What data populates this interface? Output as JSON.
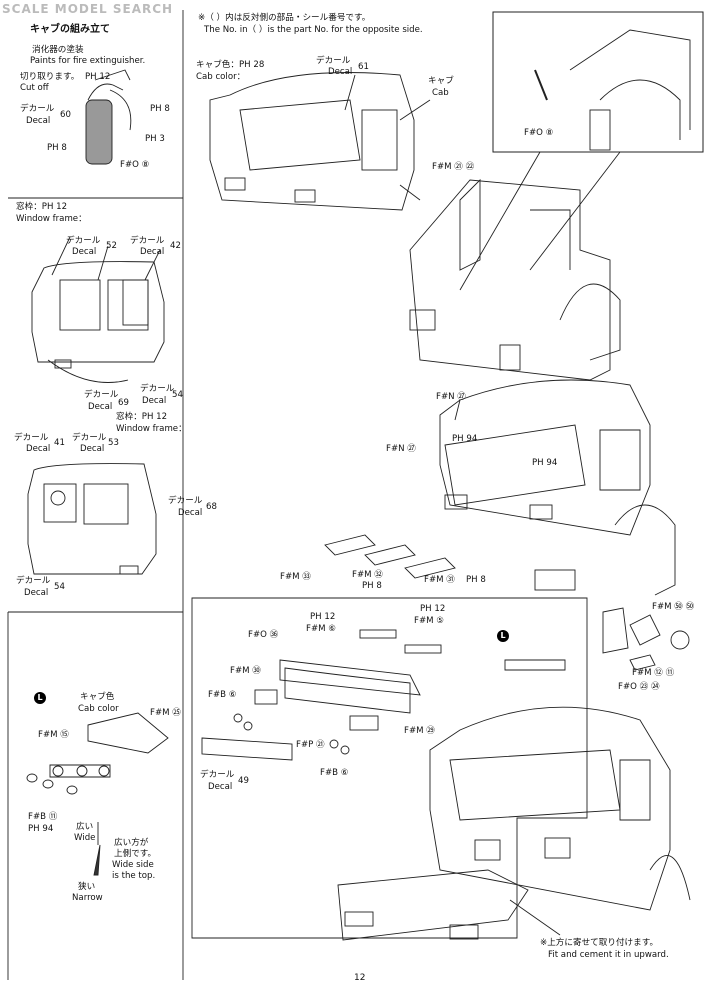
{
  "watermark": "SCALE MODEL SEARCH",
  "page_number": "12",
  "header_note": {
    "jp": "※（ ）内は反対側の部品・シール番号です。",
    "en": "The No. in（ ）is the part No. for the opposite side."
  },
  "section_title": "キャブの組み立て",
  "fire_ext": {
    "title_jp": "消化器の塗装",
    "title_en": "Paints for fire extinguisher.",
    "cut_jp": "切り取ります。",
    "cut_en": "Cut off",
    "decal_jp": "デカール",
    "decal_en": "Decal",
    "decal_no": "60",
    "ph12": "PH 12",
    "ph8a": "PH 8",
    "ph8b": "PH 8",
    "ph3": "PH 3",
    "part": "F#O ⑧"
  },
  "window_frame_1": {
    "jp": "窓枠：PH 12",
    "en": "Window frame："
  },
  "cab_left": {
    "decal52_jp": "デカール",
    "decal52_en": "Decal",
    "decal52_no": "52",
    "decal42_jp": "デカール",
    "decal42_en": "Decal",
    "decal42_no": "42",
    "decal69_jp": "デカール",
    "decal69_en": "Decal",
    "decal69_no": "69",
    "decal54_jp": "デカール",
    "decal54_en": "Decal",
    "decal54_no": "54"
  },
  "window_frame_2": {
    "jp": "窓枠：PH 12",
    "en": "Window frame："
  },
  "cab_right": {
    "decal41_jp": "デカール",
    "decal41_en": "Decal",
    "decal41_no": "41",
    "decal53_jp": "デカール",
    "decal53_en": "Decal",
    "decal53_no": "53",
    "decal68_jp": "デカール",
    "decal68_en": "Decal",
    "decal68_no": "68",
    "decal54_jp": "デカール",
    "decal54_en": "Decal",
    "decal54_no": "54"
  },
  "bracket_l": {
    "badge": "L",
    "cab_color_jp": "キャブ色",
    "cab_color_en": "Cab color",
    "fm25": "F#M ㉕",
    "fm15": "F#M ⑮",
    "fb11": "F#B ⑪",
    "ph94": "PH 94",
    "wide_jp": "広い",
    "wide_en": "Wide",
    "narrow_jp": "狭い",
    "narrow_en": "Narrow",
    "note_jp1": "広い方が",
    "note_jp2": "上側です。",
    "note_en1": "Wide side",
    "note_en2": "is the top."
  },
  "main_cab": {
    "color_jp": "キャブ色：PH 28",
    "color_en": "Cab color：",
    "decal61_jp": "デカール",
    "decal61_en": "Decal",
    "decal61_no": "61",
    "cab_jp": "キャブ",
    "cab_en": "Cab",
    "fm21": "F#M ㉑ ㉒",
    "fo8": "F#O ⑧"
  },
  "step2": {
    "fn27a": "F#N ㉗",
    "fn27b": "F#N ㉗",
    "ph94a": "PH 94",
    "ph94b": "PH 94",
    "fm33": "F#M ㉝",
    "fm32": "F#M ㉜",
    "ph8c": "PH 8",
    "fm31": "F#M ㉛",
    "ph8d": "PH 8"
  },
  "bumper": {
    "ph12a": "PH 12",
    "ph12b": "PH 12",
    "fm6": "F#M ⑥",
    "fm5": "F#M ⑤",
    "fo36": "F#O ㊱",
    "fm30": "F#M ㉚",
    "fb6a": "F#B ⑥",
    "fp21": "F#P ㉑",
    "fm29": "F#M ㉙",
    "fb6b": "F#B ⑥",
    "decal_jp": "デカール",
    "decal_en": "Decal",
    "decal_no": "49"
  },
  "mirror": {
    "fm64": "F#M ㊿ ㊿",
    "fm12": "F#M ⑫ ⑪",
    "fo23": "F#O ㉓ ㉔"
  },
  "final": {
    "badge": "L",
    "note_jp": "※上方に寄せて取り付けます。",
    "note_en": "Fit and cement it in upward."
  }
}
